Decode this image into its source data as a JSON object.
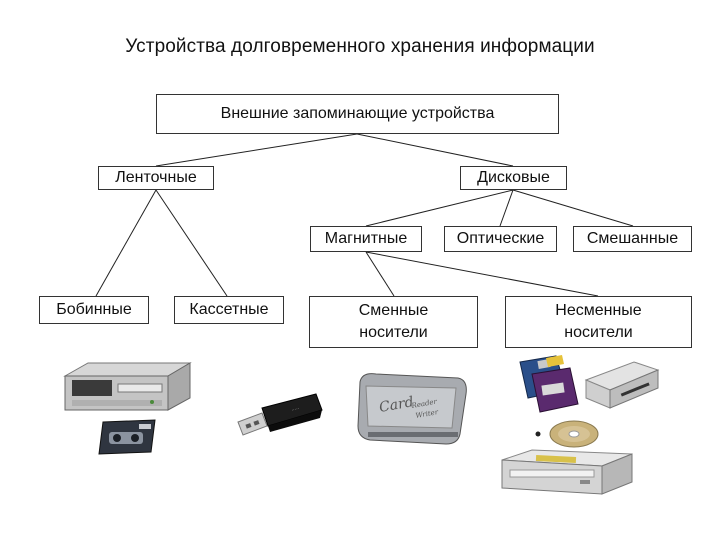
{
  "title": "Устройства долговременного хранения информации",
  "nodes": {
    "root": "Внешние запоминающие устройства",
    "tape": "Ленточные",
    "disk": "Дисковые",
    "magnetic": "Магнитные",
    "optical": "Оптические",
    "mixed": "Смешанные",
    "reel": "Бобинные",
    "cassette": "Кассетные",
    "removable": "Сменные\nносители",
    "fixed": "Несменные\nносители"
  },
  "images": {
    "tape_drive": "tape-drive-image",
    "cassette": "tape-cassette-image",
    "usb_flash": "usb-flash-drive-image",
    "card_reader": "card-reader-image",
    "floppy": "floppy-disks-image",
    "floppy_drive": "floppy-drive-image",
    "cd": "compact-disc-image",
    "optical_drive": "optical-drive-image"
  }
}
